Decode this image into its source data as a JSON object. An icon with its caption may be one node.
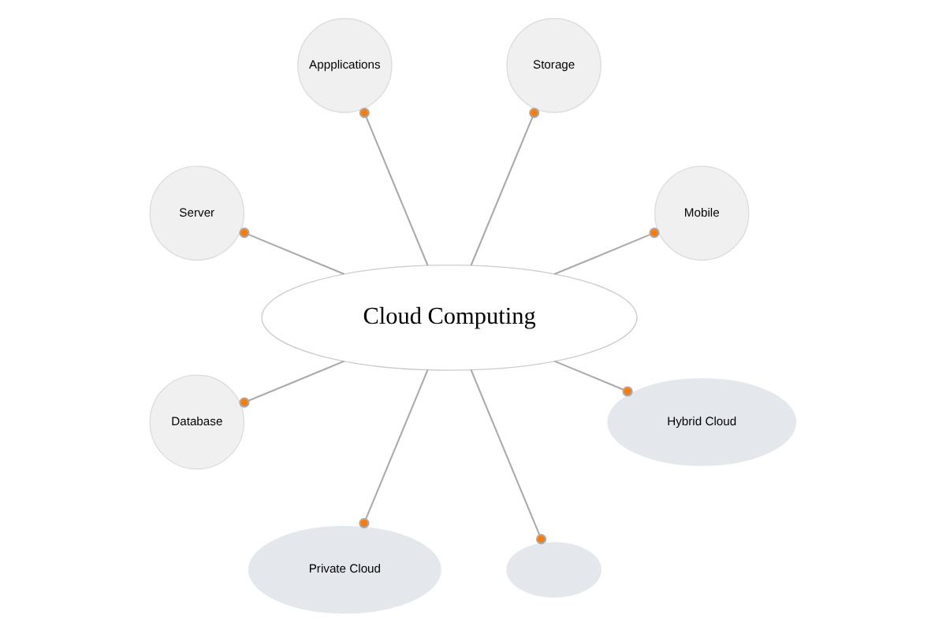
{
  "diagram": {
    "nodes": [
      {
        "text": [
          "Cloud Computing"
        ]
      },
      {
        "text": [
          "Mobile"
        ]
      },
      {
        "text": [
          "Storage"
        ]
      },
      {
        "text": [
          "Appplications"
        ]
      },
      {
        "text": [
          "Server"
        ]
      },
      {
        "text": [
          "Database"
        ]
      },
      {
        "text": [
          "Private Cloud"
        ]
      },
      {
        "text": [],
        "shape": "cloud"
      },
      {
        "text": [
          "Hybrid Cloud"
        ]
      }
    ],
    "edges": [
      {
        "from": 0,
        "to": 1,
        "arrow": "other"
      },
      {
        "from": 0,
        "to": 2,
        "arrow": "other"
      },
      {
        "from": 0,
        "to": 3,
        "arrow": "other"
      },
      {
        "from": 0,
        "to": 4,
        "arrow": "other"
      },
      {
        "from": 0,
        "to": 5,
        "arrow": "other"
      },
      {
        "from": 0,
        "to": 6,
        "arrow": "other"
      },
      {
        "from": 0,
        "to": 7,
        "arrow": "other"
      },
      {
        "from": 0,
        "to": 8,
        "arrow": "other"
      }
    ]
  }
}
